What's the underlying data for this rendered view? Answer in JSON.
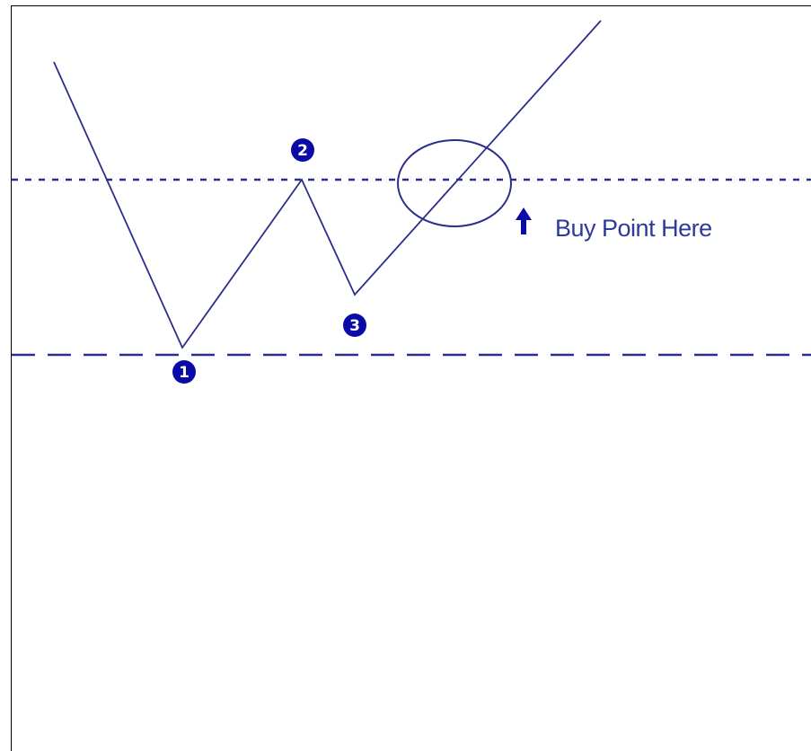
{
  "colors": {
    "line": "#2c2e8c",
    "marker": "#0a0aa8",
    "label": "#2e3a9a",
    "frame": "#000000",
    "background": "#ffffff"
  },
  "markers": [
    {
      "id": "1",
      "label": "❶"
    },
    {
      "id": "2",
      "label": "❷"
    },
    {
      "id": "3",
      "label": "❸"
    }
  ],
  "annotation": {
    "icon": "up-arrow-icon",
    "text": "Buy Point Here"
  }
}
